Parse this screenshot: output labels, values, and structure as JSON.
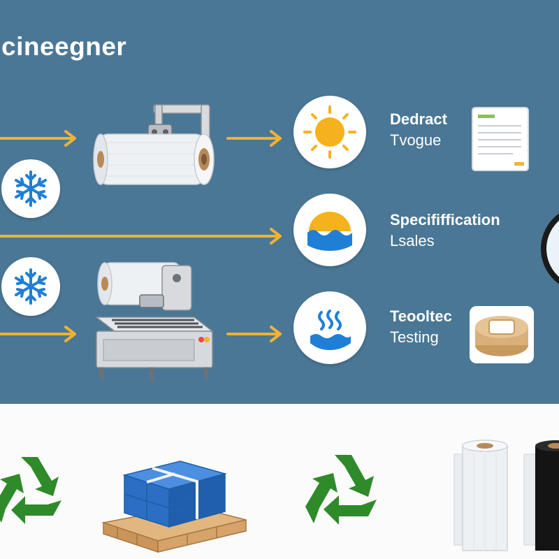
{
  "title": "cineegner",
  "rows": [
    {
      "line1": "Dedract",
      "line2": "Tvogue"
    },
    {
      "line1": "Specififfication",
      "line2": "Lsales"
    },
    {
      "line1": "Teooltec",
      "line2": "Testing"
    }
  ],
  "colors": {
    "panel": "#4a7795",
    "arrow": "#f2b233",
    "snowflake": "#1f7fd6",
    "sun": "#f6b21c",
    "wave_blue": "#1f7fd6",
    "recycle_green": "#2f8a2a",
    "box_blue": "#2a6fc4",
    "pallet_wood": "#d6a36a"
  },
  "icons": {
    "left_row1": "snowflake-icon",
    "left_row3": "snowflake-icon",
    "mid_row1": "sun-icon",
    "mid_row2": "sun-over-water-icon",
    "mid_row3": "heat-steam-icon",
    "right_row1": "document-icon",
    "right_row3": "tape-roll-icon",
    "bottom": [
      "recycle-icon",
      "pallet-boxes-icon",
      "recycle-icon",
      "clear-film-roll-icon",
      "black-film-roll-icon"
    ]
  }
}
